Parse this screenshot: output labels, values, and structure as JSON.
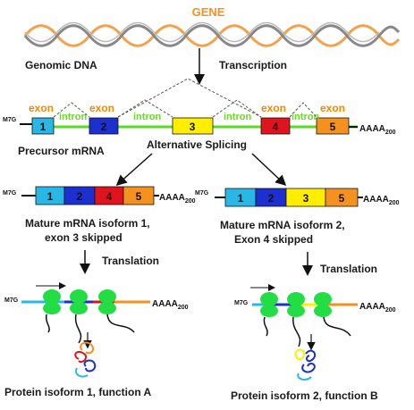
{
  "gene_label": "GENE",
  "genomic_dna_label": "Genomic DNA",
  "transcription_label": "Transcription",
  "precursor": {
    "label": "Precursor mRNA",
    "cap": "M7G",
    "tail": "AAAA",
    "tail_sub": "200",
    "exon_label": "exon",
    "intron_label": "intron",
    "exons": [
      {
        "num": "1",
        "color": "#29b7e6"
      },
      {
        "num": "2",
        "color": "#1c2fcf"
      },
      {
        "num": "3",
        "color": "#ffee00"
      },
      {
        "num": "4",
        "color": "#e0141e"
      },
      {
        "num": "5",
        "color": "#f5911e"
      }
    ]
  },
  "alternative_splicing_label": "Alternative Splicing",
  "isoform1": {
    "cap": "M7G",
    "tail": "AAAA",
    "tail_sub": "200",
    "exons": [
      "1",
      "2",
      "4",
      "5"
    ],
    "label_line1": "Mature mRNA isoform 1,",
    "label_line2": "exon 3 skipped",
    "translation": "Translation",
    "protein": "Protein isoform 1, function A"
  },
  "isoform2": {
    "cap": "M7G",
    "tail": "AAAA",
    "tail_sub": "200",
    "exons": [
      "1",
      "2",
      "3",
      "5"
    ],
    "label_line1": "Mature mRNA isoform 2,",
    "label_line2": "Exon 4 skipped",
    "translation": "Translation",
    "protein": "Protein isoform 2, function B"
  },
  "colors": {
    "gene": "#f5911e",
    "intron_line": "#55dd22",
    "ribosome": "#22dd44"
  }
}
